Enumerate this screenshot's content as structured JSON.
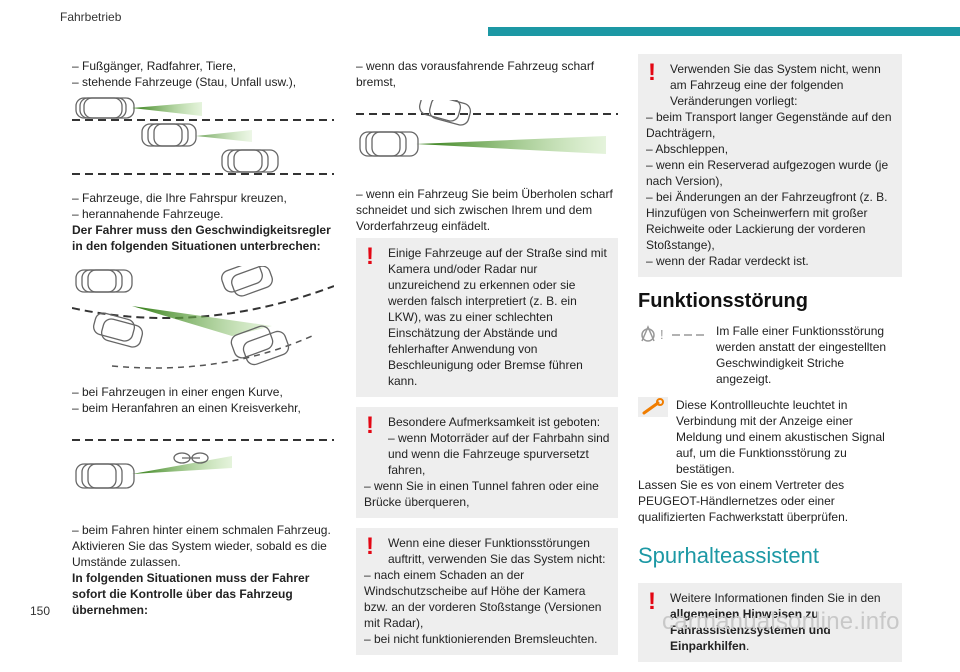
{
  "header": {
    "section": "Fahrbetrieb"
  },
  "page_number": "150",
  "watermark": "carmanualsonline.info",
  "col1": {
    "list1": [
      "– Fußgänger, Radfahrer, Tiere,",
      "– stehende Fahrzeuge (Stau, Unfall usw.),"
    ],
    "list2": [
      "– Fahrzeuge, die Ihre Fahrspur kreuzen,",
      "– herannahende Fahrzeuge."
    ],
    "bold1": "Der Fahrer muss den Geschwindigkeitsregler in den folgenden Situationen unterbrechen:",
    "list3": [
      "– bei Fahrzeugen in einer engen Kurve,",
      "– beim Heranfahren an einen Kreisverkehr,"
    ],
    "list4": [
      "– beim Fahren hinter einem schmalen Fahrzeug."
    ],
    "text1": "Aktivieren Sie das System wieder, sobald es die Umstände zulassen.",
    "bold2": "In folgenden Situationen muss der Fahrer sofort die Kontrolle über das Fahrzeug übernehmen:"
  },
  "col2": {
    "list1": [
      "– wenn das vorausfahrende Fahrzeug scharf bremst,"
    ],
    "list2": [
      "– wenn ein Fahrzeug Sie beim Überholen scharf schneidet und sich zwischen Ihrem und dem Vorderfahrzeug einfädelt."
    ],
    "note1": "Einige Fahrzeuge auf der Straße sind mit Kamera und/oder Radar nur unzureichend zu erkennen oder sie werden falsch interpretiert (z. B. ein LKW), was zu einer schlechten Einschätzung der Abstände und fehlerhafter Anwendung von Beschleunigung oder Bremse führen kann.",
    "note2_head": "Besondere Aufmerksamkeit ist geboten:",
    "note2_items": [
      "– wenn Motorräder auf der Fahrbahn sind und wenn die Fahrzeuge spurversetzt fahren,",
      "– wenn Sie in einen Tunnel fahren oder eine Brücke überqueren,"
    ],
    "note3_head": "Wenn eine dieser Funktionsstörungen auftritt, verwenden Sie das System nicht:",
    "note3_items": [
      "– nach einem Schaden an der Windschutzscheibe auf Höhe der Kamera bzw. an der vorderen Stoßstange (Versionen mit Radar),",
      "– bei nicht funktionierenden Bremsleuchten."
    ]
  },
  "col3": {
    "note1_head": "Verwenden Sie das System nicht, wenn am Fahrzeug eine der folgenden Veränderungen vorliegt:",
    "note1_items": [
      "– beim Transport langer Gegenstände auf den Dachträgern,",
      "– Abschleppen,",
      "– wenn ein Reserverad aufgezogen wurde (je nach Version),",
      "– bei Änderungen an der Fahrzeugfront (z. B. Hinzufügen von Scheinwerfern mit großer Reichweite oder Lackierung der vorderen Stoßstange),",
      "– wenn der Radar verdeckt ist."
    ],
    "heading1": "Funktionsstörung",
    "malfunction_text": "Im Falle einer Funktionsstörung werden anstatt der eingestellten Geschwindigkeit Striche angezeigt.",
    "warning_text": "Diese Kontrollleuchte leuchtet in Verbindung mit der Anzeige einer Meldung und einem akustischen Signal auf, um die Funktionsstörung zu bestätigen.",
    "dealer_text": "Lassen Sie es von einem Vertreter des PEUGEOT-Händlernetzes oder einer qualifizierten Fachwerkstatt überprüfen.",
    "heading2": "Spurhalteassistent",
    "note2_pre": "Weitere Informationen finden Sie in den ",
    "note2_bold": "allgemeinen Hinweisen zu Fahrassistenzsystemen und Einparkhilfen",
    "note2_post": "."
  },
  "colors": {
    "accent": "#1c98a4",
    "warning": "#e30613",
    "note_bg": "#eeeeee",
    "beam": "#3a8a1a",
    "wrench": "#f07d00"
  }
}
